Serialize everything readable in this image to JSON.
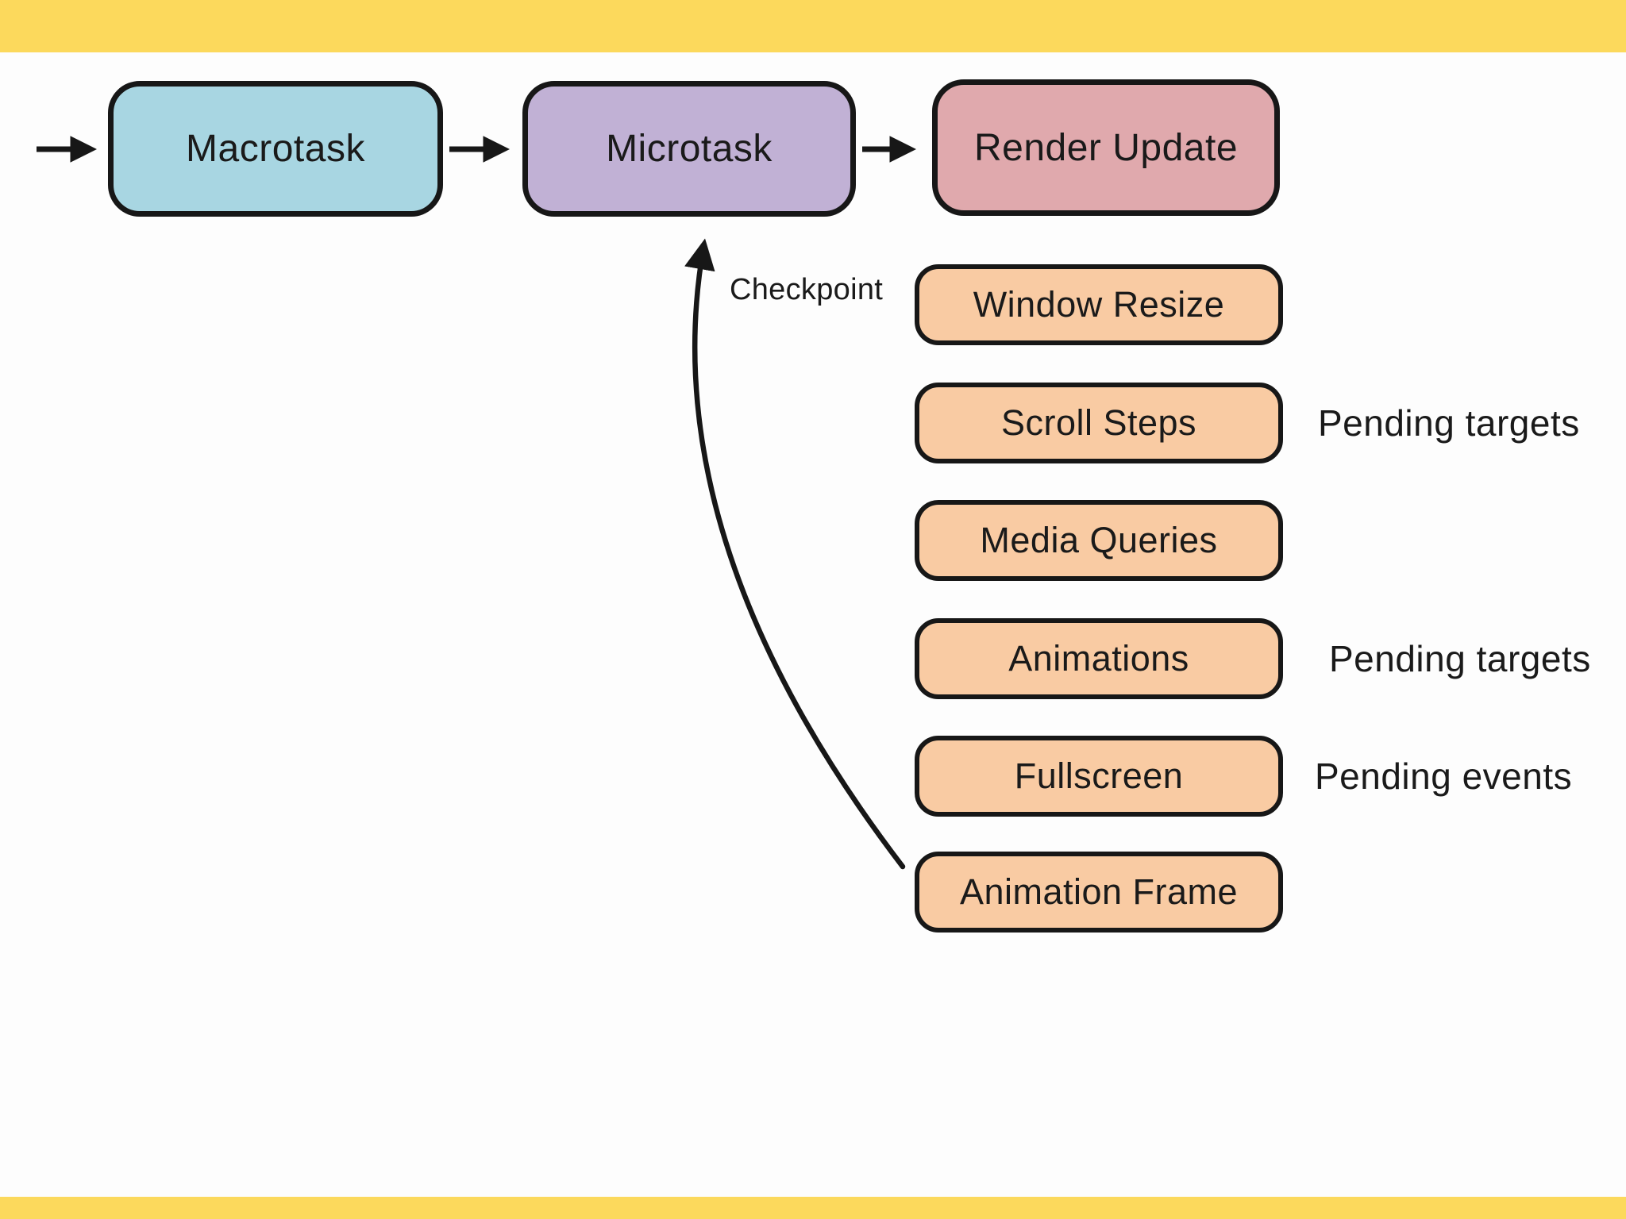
{
  "palette": {
    "accent_bar": "#fcd95c",
    "background": "#fdfdfd",
    "macrotask_fill": "#a8d6e2",
    "microtask_fill": "#c1b1d5",
    "render_update_fill": "#e0a9ad",
    "render_step_fill": "#f9cba3",
    "stroke": "#171717",
    "text": "#1a1a1a"
  },
  "flow": {
    "nodes": [
      {
        "label": "Macrotask"
      },
      {
        "label": "Microtask"
      },
      {
        "label": "Render Update"
      }
    ]
  },
  "render_steps": [
    {
      "label": "Window Resize",
      "annotation": ""
    },
    {
      "label": "Scroll Steps",
      "annotation": "Pending targets"
    },
    {
      "label": "Media Queries",
      "annotation": ""
    },
    {
      "label": "Animations",
      "annotation": "Pending targets"
    },
    {
      "label": "Fullscreen",
      "annotation": "Pending events"
    },
    {
      "label": "Animation Frame",
      "annotation": ""
    }
  ],
  "checkpoint": {
    "label": "Checkpoint"
  }
}
